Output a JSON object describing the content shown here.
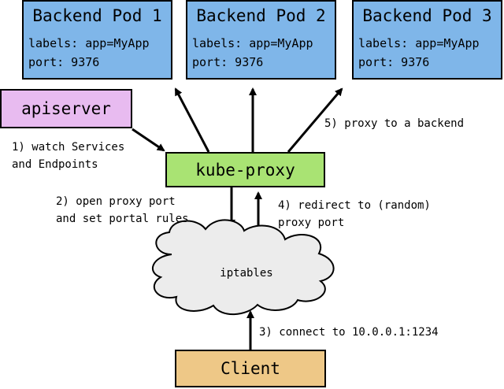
{
  "colors": {
    "pod_fill": "#7fb6e9",
    "apiserver_fill": "#e8bbf0",
    "kube_proxy_fill": "#a9e373",
    "iptables_fill": "#ececec",
    "client_fill": "#eec887",
    "stroke": "#000000"
  },
  "pods": [
    {
      "title": "Backend Pod 1",
      "labels": "labels: app=MyApp",
      "port": "port: 9376"
    },
    {
      "title": "Backend Pod 2",
      "labels": "labels: app=MyApp",
      "port": "port: 9376"
    },
    {
      "title": "Backend Pod 3",
      "labels": "labels: app=MyApp",
      "port": "port: 9376"
    }
  ],
  "nodes": {
    "apiserver": "apiserver",
    "kube_proxy": "kube-proxy",
    "iptables": "iptables",
    "client": "Client"
  },
  "steps": {
    "watch_line1": "1) watch Services",
    "watch_line2": "and Endpoints",
    "open_port_line1": "2) open proxy port",
    "open_port_line2": "and set portal rules",
    "connect": "3) connect to 10.0.0.1:1234",
    "redirect_line1": "4) redirect to (random)",
    "redirect_line2": "proxy port",
    "proxy_backend": "5) proxy to a backend"
  }
}
